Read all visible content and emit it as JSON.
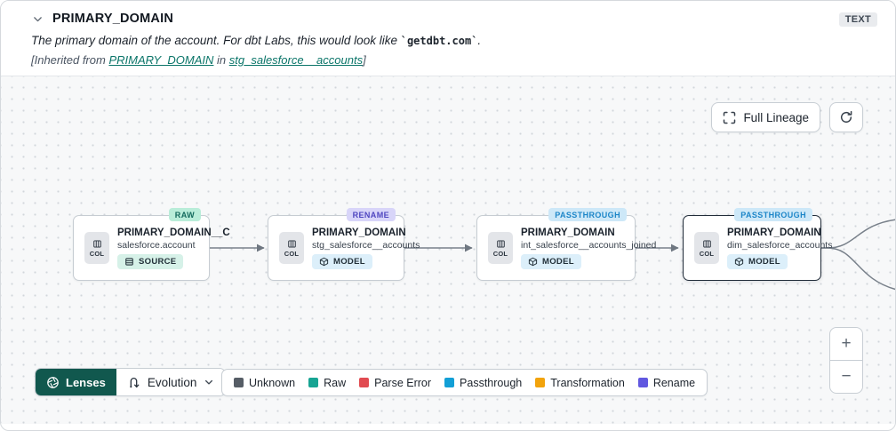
{
  "header": {
    "title": "PRIMARY_DOMAIN",
    "type_badge": "TEXT",
    "description_prefix": "The primary domain of the account. For dbt Labs, this would look like ",
    "description_code": "`getdbt.com`",
    "description_suffix": ".",
    "inherited_prefix": "[Inherited from ",
    "inherited_link_column": "PRIMARY_DOMAIN",
    "inherited_middle": " in ",
    "inherited_link_model": "stg_salesforce__accounts",
    "inherited_suffix": "]"
  },
  "toolbar": {
    "full_lineage_label": "Full Lineage"
  },
  "nodes": [
    {
      "badge": "RAW",
      "title": "PRIMARY_DOMAIN__C",
      "subtitle": "salesforce.account",
      "tag": "SOURCE",
      "col_label": "COL"
    },
    {
      "badge": "RENAME",
      "title": "PRIMARY_DOMAIN",
      "subtitle": "stg_salesforce__accounts",
      "tag": "MODEL",
      "col_label": "COL"
    },
    {
      "badge": "PASSTHROUGH",
      "title": "PRIMARY_DOMAIN",
      "subtitle": "int_salesforce__accounts_joined",
      "tag": "MODEL",
      "col_label": "COL"
    },
    {
      "badge": "PASSTHROUGH",
      "title": "PRIMARY_DOMAIN",
      "subtitle": "dim_salesforce_accounts",
      "tag": "MODEL",
      "col_label": "COL",
      "selected": true
    }
  ],
  "lenses": {
    "label": "Lenses",
    "selected_lens": "Evolution"
  },
  "legend": [
    {
      "label": "Unknown",
      "color": "#565d66"
    },
    {
      "label": "Raw",
      "color": "#17a493"
    },
    {
      "label": "Parse Error",
      "color": "#e14b51"
    },
    {
      "label": "Passthrough",
      "color": "#129fd6"
    },
    {
      "label": "Transformation",
      "color": "#f2a30c"
    },
    {
      "label": "Rename",
      "color": "#6158e0"
    }
  ],
  "zoom_controls": {
    "zoom_in": "+",
    "zoom_out": "−"
  },
  "icons": {
    "header_collapse": "chevron-down",
    "full_lineage": "expand-corners",
    "refresh": "circular-arrow",
    "column_chip": "columns",
    "source_tag": "database-rows",
    "model_tag": "cube",
    "lenses": "aperture",
    "evolution": "route-arrows",
    "lens_dropdown": "chevron-down"
  },
  "colors": {
    "accent_teal": "#11584e",
    "link_teal": "#0b7569",
    "canvas_bg": "#f7f8f9",
    "edge": "#78808a"
  }
}
